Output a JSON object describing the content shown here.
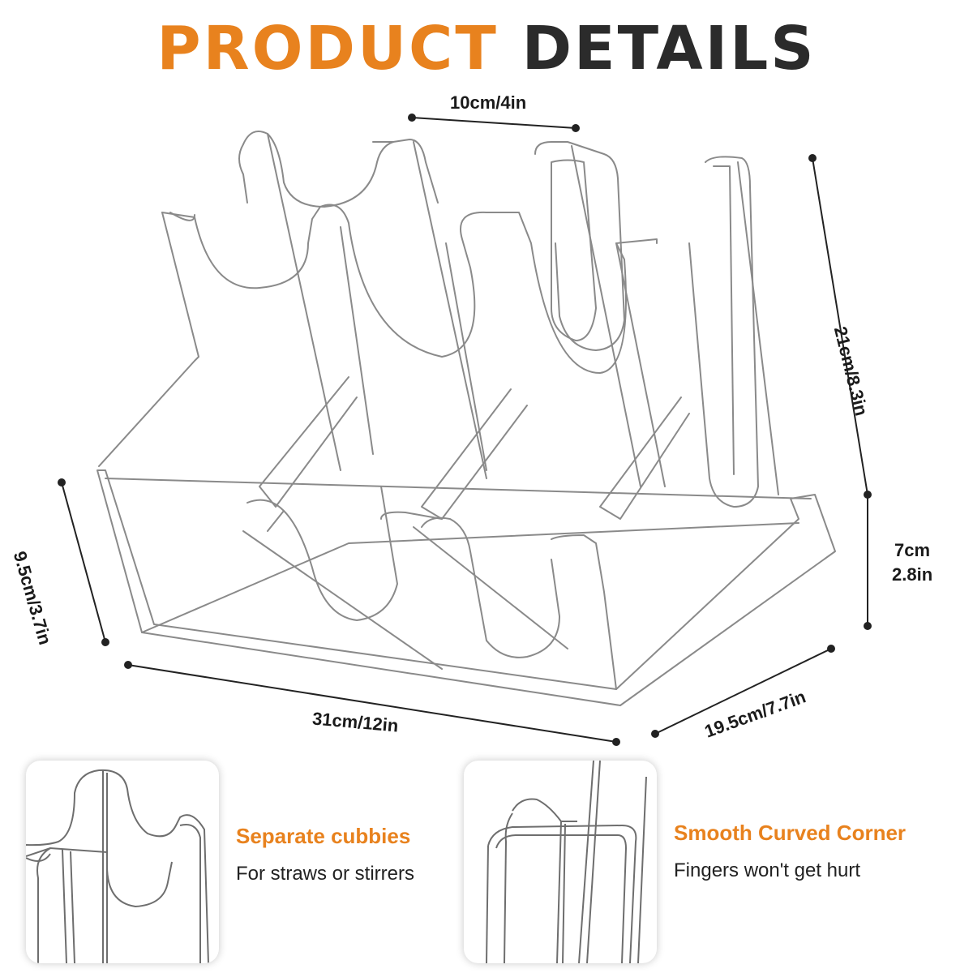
{
  "title": {
    "word1": "PRODUCT",
    "word2": "DETAILS"
  },
  "dimensions": {
    "slot_width": "10cm/4in",
    "height": "21cm/8.3in",
    "base_height_cm": "7cm",
    "base_height_in": "2.8in",
    "front_height": "9.5cm/3.7in",
    "width": "31cm/12in",
    "depth": "19.5cm/7.7in"
  },
  "features": [
    {
      "title": "Separate cubbies",
      "description": "For straws or stirrers"
    },
    {
      "title": "Smooth Curved Corner",
      "description": "Fingers won't get hurt"
    }
  ],
  "colors": {
    "accent": "#e8821e",
    "dark": "#2b2b2b",
    "outline": "#8a8a8a"
  }
}
